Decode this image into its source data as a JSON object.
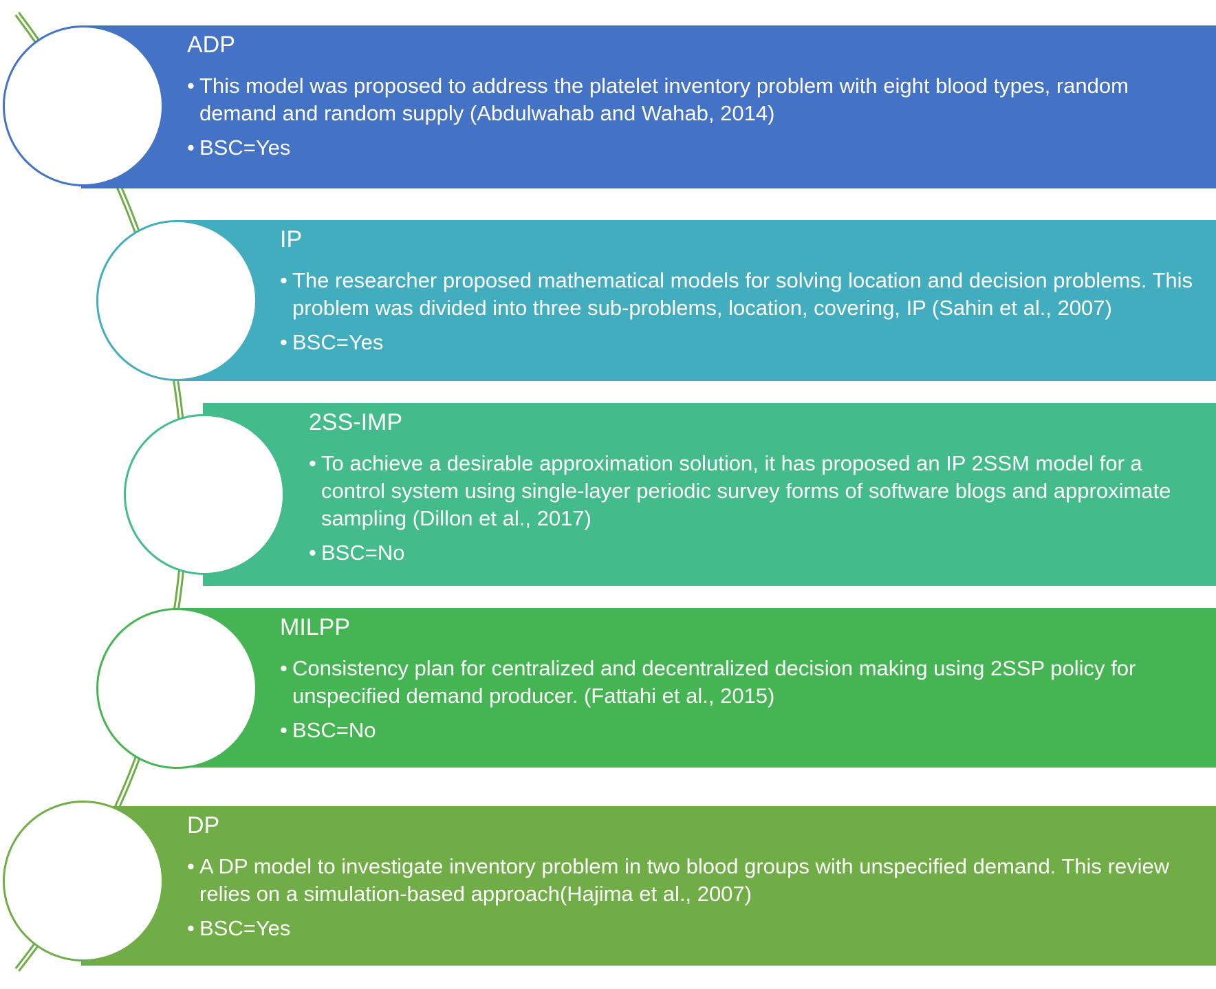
{
  "colors": {
    "connector": "#70ad47",
    "band_1": "#4472c4",
    "band_2": "#43adc0",
    "band_3": "#43bb8a",
    "band_4": "#44b552",
    "band_5": "#70ad47"
  },
  "items": [
    {
      "title": "ADP",
      "description": "This model was proposed to address the platelet inventory problem with eight blood types, random demand and random supply (Abdulwahab and Wahab, 2014)",
      "bsc": "BSC=Yes"
    },
    {
      "title": "IP",
      "description": "The researcher proposed mathematical models for solving location and decision problems. This problem was divided into three sub-problems, location, covering, IP (Sahin et al., 2007)",
      "bsc": "BSC=Yes"
    },
    {
      "title": "2SS-IMP",
      "description": "To achieve a desirable approximation solution, it has proposed an IP 2SSM model for a control system using single-layer periodic survey forms of software blogs and approximate sampling (Dillon et al.,  2017)",
      "bsc": "BSC=No"
    },
    {
      "title": "MILPP",
      "description": "Consistency plan for centralized and decentralized decision making using 2SSP policy for unspecified demand producer. (Fattahi et al., 2015)",
      "bsc": "BSC=No"
    },
    {
      "title": "DP",
      "description": "A DP model to investigate inventory problem in two blood groups with unspecified demand. This review relies on a simulation-based approach(Hajima et al., 2007)",
      "bsc": "BSC=Yes"
    }
  ]
}
